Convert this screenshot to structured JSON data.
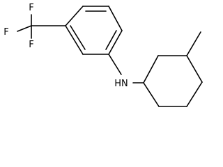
{
  "molecule": {
    "atoms": {
      "f_top": "F",
      "f_left": "F",
      "f_bottom": "F",
      "amine": "HN"
    },
    "colors": {
      "bond": "#000000",
      "label": "#000000",
      "background": "#ffffff"
    }
  }
}
